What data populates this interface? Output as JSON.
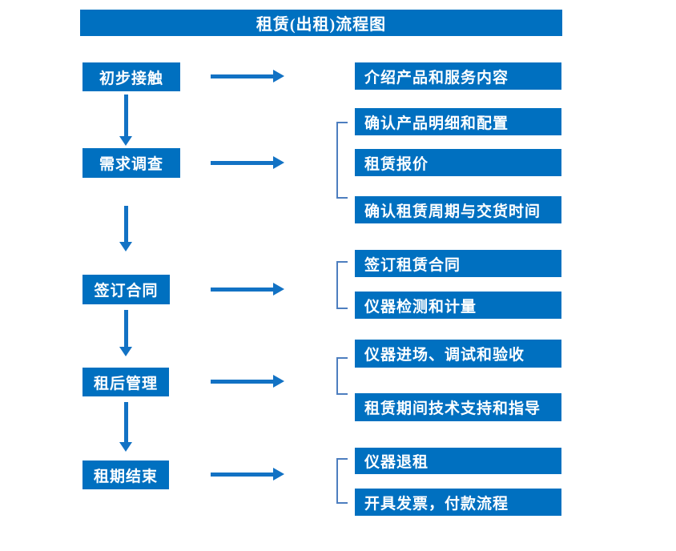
{
  "title": "租赁(出租)流程图",
  "colors": {
    "box_blue": "#0070C0",
    "arrow_blue": "#1272C4",
    "bracket_blue": "#4D7EBF",
    "text_white": "#FFFFFF"
  },
  "flow": {
    "stages": [
      {
        "label": "初步接触",
        "outputs": [
          "介绍产品和服务内容"
        ]
      },
      {
        "label": "需求调查",
        "outputs": [
          "确认产品明细和配置",
          "租赁报价",
          "确认租赁周期与交货时间"
        ]
      },
      {
        "label": "签订合同",
        "outputs": [
          "签订租赁合同",
          "仪器检测和计量"
        ]
      },
      {
        "label": "租后管理",
        "outputs": [
          "仪器进场、调试和验收",
          "租赁期间技术支持和指导"
        ]
      },
      {
        "label": "租期结束",
        "outputs": [
          "仪器退租",
          "开具发票，付款流程"
        ]
      }
    ]
  }
}
